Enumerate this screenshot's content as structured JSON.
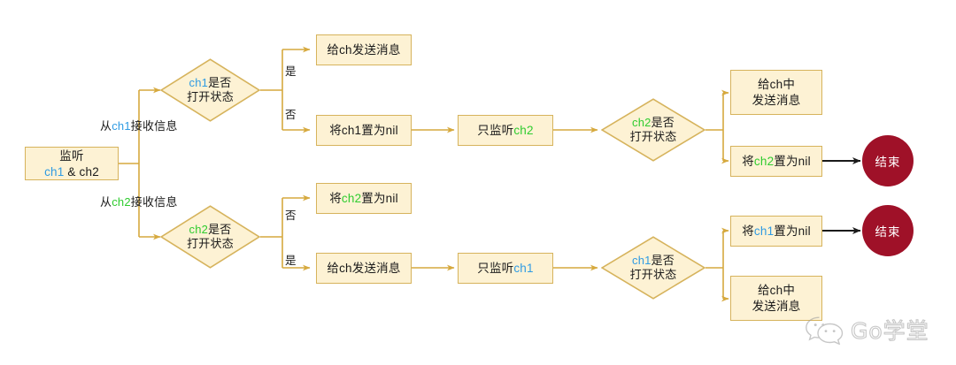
{
  "diagram": {
    "title": "Go channel select flowchart",
    "colors": {
      "node_fill": "#fdf2d4",
      "node_border": "#d6b35c",
      "wire": "#d6a93e",
      "black_wire": "#1a1a1a",
      "end_fill": "#9f1128",
      "ch1_accent": "#2f9be3",
      "ch2_accent": "#2fcc2f",
      "text": "#1a1a1a"
    },
    "start": {
      "line1": "监听",
      "line2_pre": "",
      "line2_ch": "ch1",
      "line2_post": " & ch2"
    },
    "flow_labels": [
      {
        "pre": "从",
        "ch": "ch1",
        "post": "接收信息",
        "accent": "ch1"
      },
      {
        "pre": "从",
        "ch": "ch2",
        "post": "接收信息",
        "accent": "ch2"
      }
    ],
    "decisions": [
      {
        "id": "d-ch1-open-top",
        "line1_ch": "ch1",
        "line1_post": "是否",
        "line2": "打开状态",
        "accent": "ch1"
      },
      {
        "id": "d-ch2-open-mid",
        "line1_ch": "ch2",
        "line1_post": "是否",
        "line2": "打开状态",
        "accent": "ch2"
      },
      {
        "id": "d-ch2-open-bottom",
        "line1_ch": "ch2",
        "line1_post": "是否",
        "line2": "打开状态",
        "accent": "ch2"
      },
      {
        "id": "d-ch1-open-bottom",
        "line1_ch": "ch1",
        "line1_post": "是否",
        "line2": "打开状态",
        "accent": "ch1"
      }
    ],
    "branch_labels": {
      "top_yes": "是",
      "top_no": "否",
      "bottom_no": "否",
      "bottom_yes": "是"
    },
    "nodes": [
      {
        "id": "send-ch-top",
        "pre": "给ch发送消息",
        "ch": "",
        "post": "",
        "accent": "none",
        "lines": 1
      },
      {
        "id": "set-ch1-nil-top",
        "pre": "将ch1置为nil",
        "ch": "",
        "post": "",
        "accent": "none",
        "lines": 1
      },
      {
        "id": "listen-ch2-only",
        "pre": "只监听",
        "ch": "ch2",
        "post": "",
        "accent": "ch2",
        "lines": 1
      },
      {
        "id": "send-into-ch-top",
        "pre": "给ch中",
        "ch": "",
        "post": "发送消息",
        "accent": "none",
        "lines": 2
      },
      {
        "id": "set-ch2-nil-right",
        "pre": "将",
        "ch": "ch2",
        "post": "置为nil",
        "accent": "ch2",
        "lines": 1
      },
      {
        "id": "set-ch2-nil-mid",
        "pre": "将",
        "ch": "ch2",
        "post": "置为nil",
        "accent": "ch2",
        "lines": 1
      },
      {
        "id": "send-ch-bottom",
        "pre": "给ch发送消息",
        "ch": "",
        "post": "",
        "accent": "none",
        "lines": 1
      },
      {
        "id": "listen-ch1-only",
        "pre": "只监听",
        "ch": "ch1",
        "post": "",
        "accent": "ch1",
        "lines": 1
      },
      {
        "id": "set-ch1-nil-right",
        "pre": "将",
        "ch": "ch1",
        "post": "置为nil",
        "accent": "ch1",
        "lines": 1
      },
      {
        "id": "send-into-ch-bot",
        "pre": "给ch中",
        "ch": "",
        "post": "发送消息",
        "accent": "none",
        "lines": 2
      }
    ],
    "end_nodes": [
      {
        "id": "end-top",
        "label": "结束"
      },
      {
        "id": "end-bottom",
        "label": "结束"
      }
    ]
  },
  "watermark": {
    "text": "Go学堂",
    "icon": "wechat-icon"
  }
}
